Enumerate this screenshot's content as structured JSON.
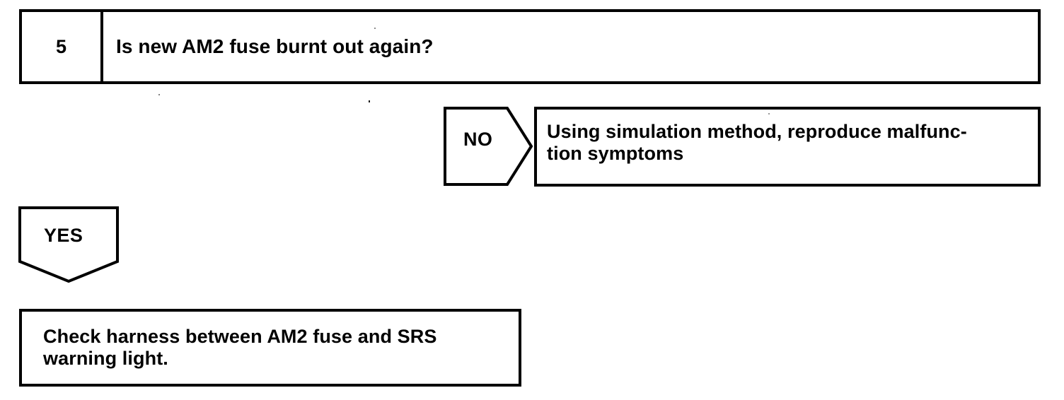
{
  "document": {
    "title": "SRS troubleshooting flowchart - step 5",
    "background_color": "#ffffff",
    "line_color": "#000000"
  },
  "step": {
    "number": "5",
    "question": "Is new AM2 fuse burnt out again?"
  },
  "branches": [
    {
      "key": "no",
      "label": "NO",
      "direction": "right",
      "target": "simulation"
    },
    {
      "key": "yes",
      "label": "YES",
      "direction": "down",
      "target": "harness"
    }
  ],
  "actions": {
    "simulation": {
      "text": "Using simulation method, reproduce malfunc-\ntion symptoms"
    },
    "harness": {
      "text": "Check harness between AM2 fuse and SRS\nwarning light."
    }
  }
}
